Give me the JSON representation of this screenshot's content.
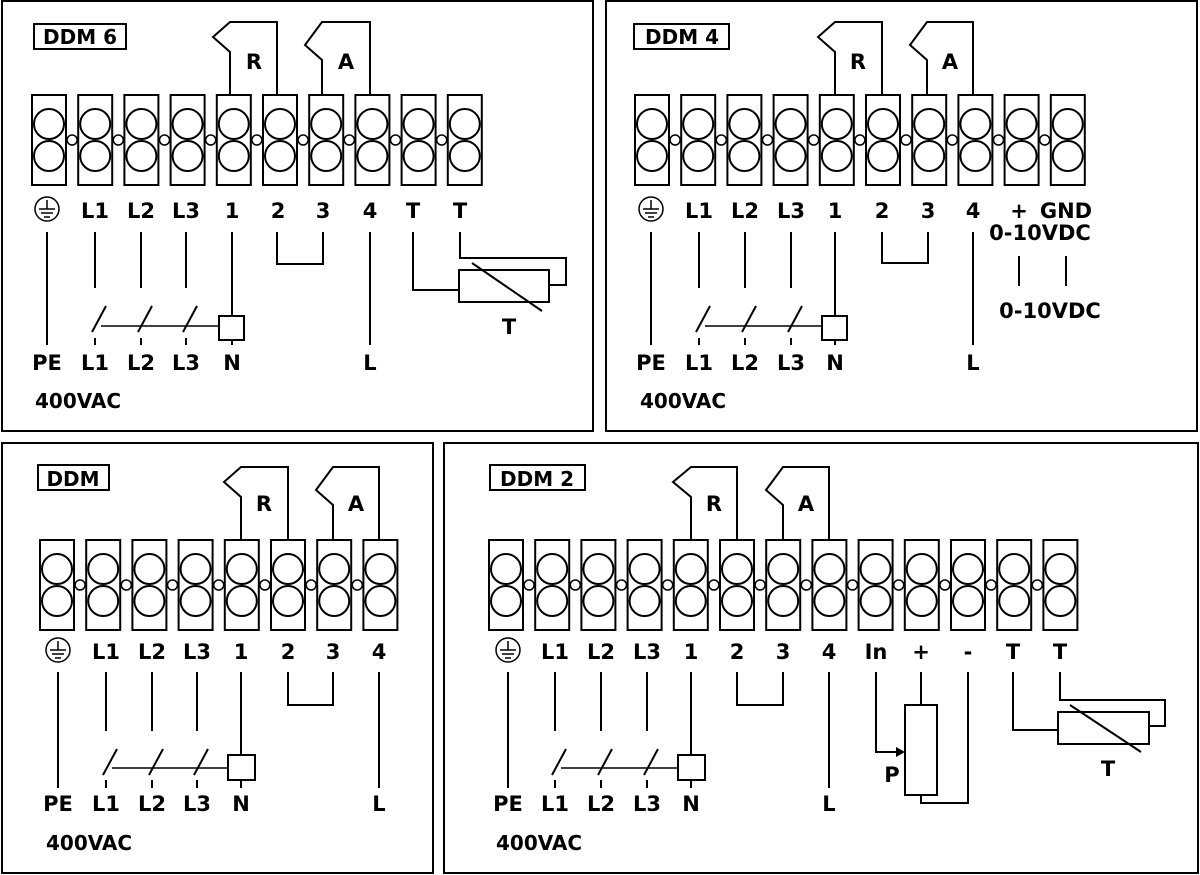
{
  "panels": {
    "ddm6": {
      "title": "DDM 6",
      "relay_r": "R",
      "relay_a": "A",
      "terminals": [
        "⏚",
        "L1",
        "L2",
        "L3",
        "1",
        "2",
        "3",
        "4",
        "T",
        "T"
      ],
      "supply": [
        "PE",
        "L1",
        "L2",
        "L3",
        "N",
        "L"
      ],
      "voltage": "400VAC",
      "sensor": "T"
    },
    "ddm4": {
      "title": "DDM 4",
      "relay_r": "R",
      "relay_a": "A",
      "terminals": [
        "⏚",
        "L1",
        "L2",
        "L3",
        "1",
        "2",
        "3",
        "4",
        "+",
        "GND"
      ],
      "signal_top": "0-10VDC",
      "signal_bottom": "0-10VDC",
      "supply": [
        "PE",
        "L1",
        "L2",
        "L3",
        "N",
        "L"
      ],
      "voltage": "400VAC"
    },
    "ddm": {
      "title": "DDM",
      "relay_r": "R",
      "relay_a": "A",
      "terminals": [
        "⏚",
        "L1",
        "L2",
        "L3",
        "1",
        "2",
        "3",
        "4"
      ],
      "supply": [
        "PE",
        "L1",
        "L2",
        "L3",
        "N",
        "L"
      ],
      "voltage": "400VAC"
    },
    "ddm2": {
      "title": "DDM 2",
      "relay_r": "R",
      "relay_a": "A",
      "terminals": [
        "⏚",
        "L1",
        "L2",
        "L3",
        "1",
        "2",
        "3",
        "4",
        "In",
        "+",
        "-",
        "T",
        "T"
      ],
      "supply": [
        "PE",
        "L1",
        "L2",
        "L3",
        "N",
        "L"
      ],
      "voltage": "400VAC",
      "pot": "P",
      "sensor": "T"
    }
  }
}
